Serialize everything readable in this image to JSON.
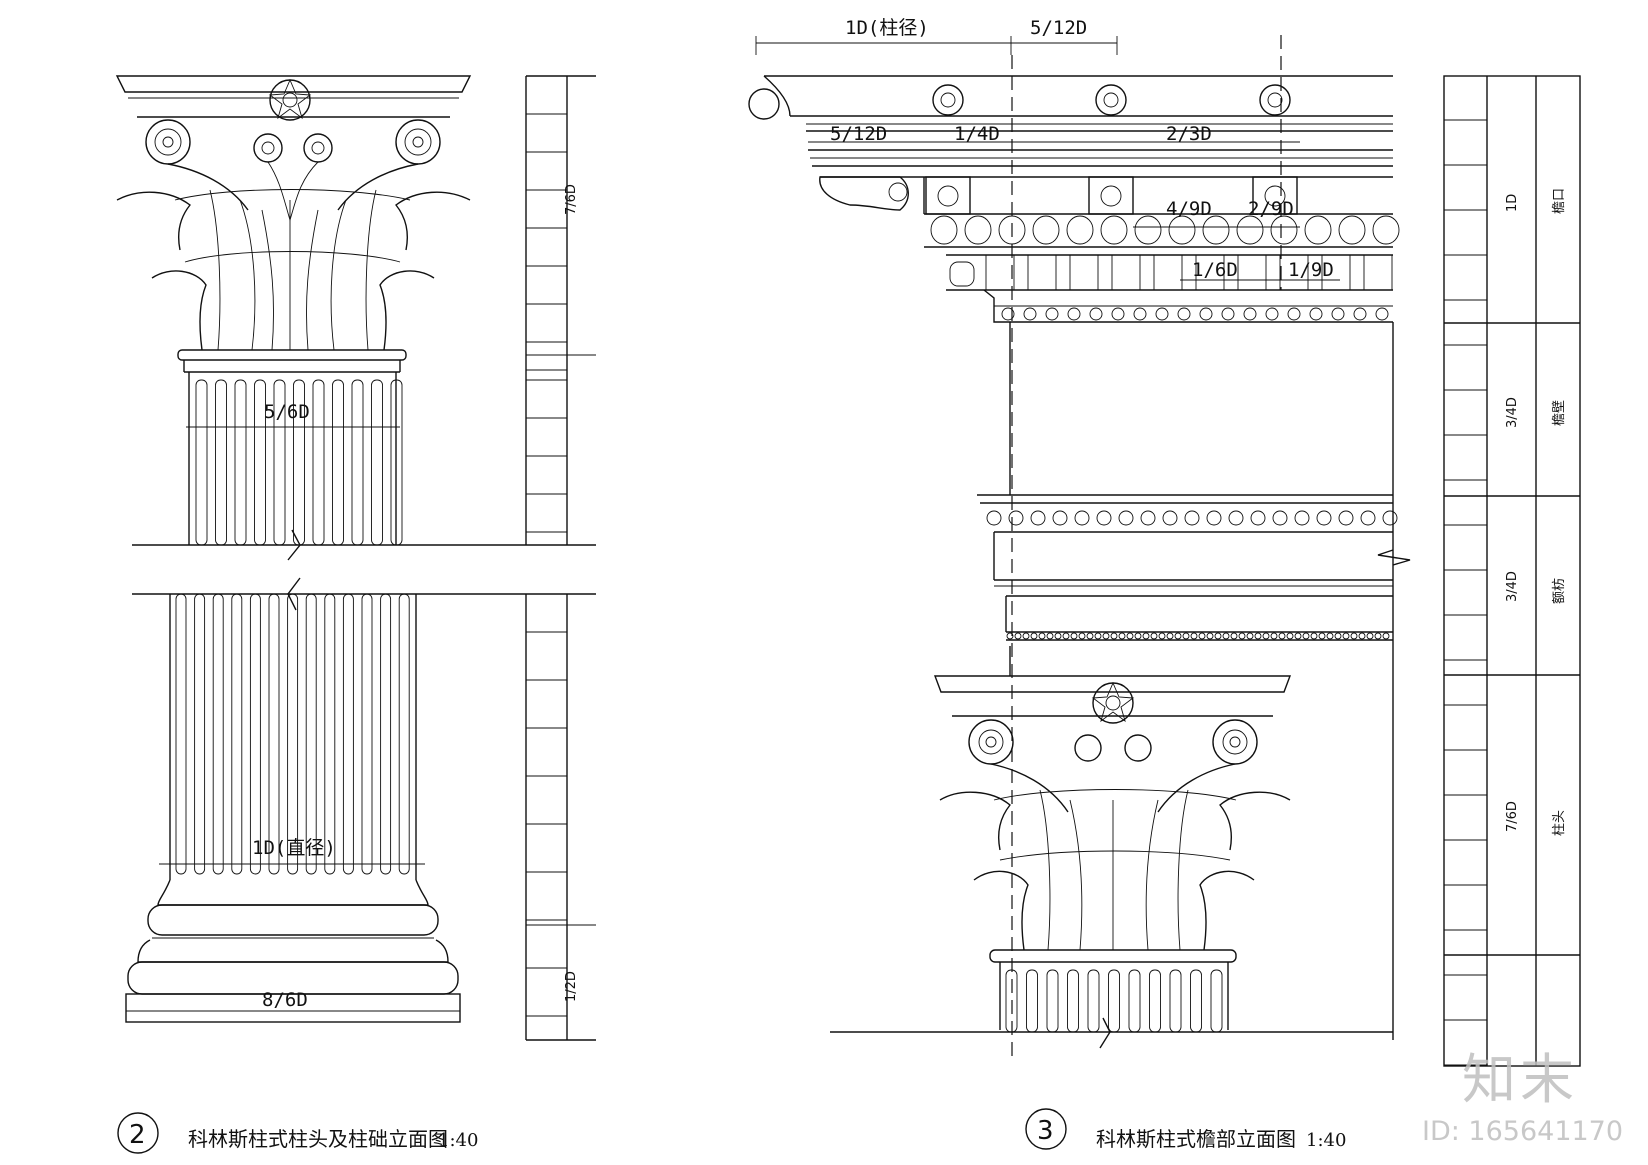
{
  "left_drawing": {
    "dims": {
      "capital_width": "5/6D",
      "shaft_diameter": "1D(直径)",
      "plinth_width": "8/6D"
    },
    "scale_labels": [
      "7/6D",
      "1/2D"
    ],
    "caption_number": "2",
    "caption": "科林斯柱式柱头及柱础立面图",
    "scale": "1:40"
  },
  "right_drawing": {
    "dims": {
      "top_diameter": "1D(柱径)",
      "top_offset": "5/12D",
      "cornice_a": "5/12D",
      "cornice_b": "1/4D",
      "cornice_c": "2/3D",
      "dentil_a": "4/9D",
      "dentil_b": "2/9D",
      "dentil_c": "1/6D",
      "dentil_d": "1/9D"
    },
    "scale_table": [
      {
        "size": "1D",
        "name": "檐口"
      },
      {
        "size": "3/4D",
        "name": "檐壁"
      },
      {
        "size": "3/4D",
        "name": "额枋"
      },
      {
        "size": "7/6D",
        "name": "柱头"
      }
    ],
    "caption_number": "3",
    "caption": "科林斯柱式檐部立面图",
    "scale": "1:40"
  },
  "watermark": {
    "logo": "知末",
    "id": "ID: 165641170"
  }
}
